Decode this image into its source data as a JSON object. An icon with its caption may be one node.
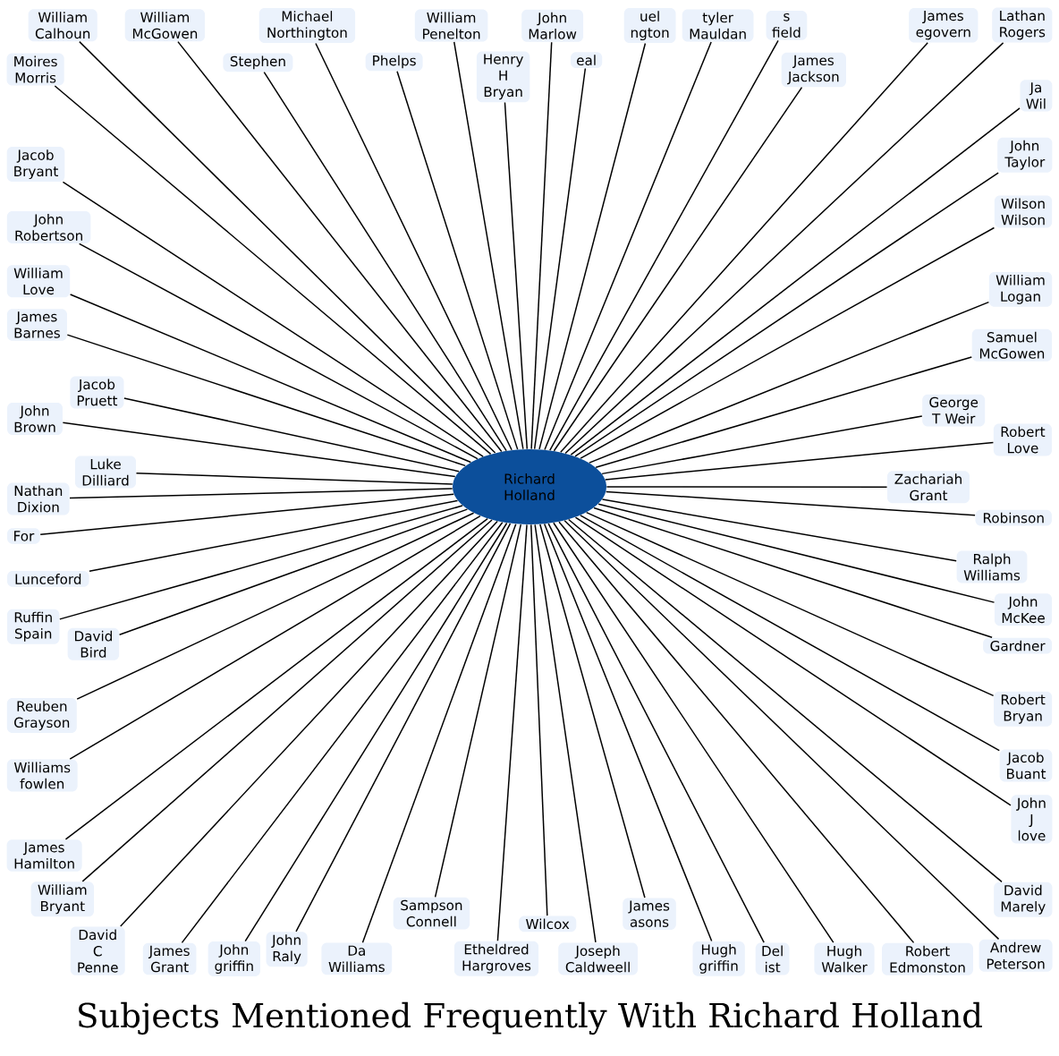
{
  "diagram": {
    "title": "Subjects Mentioned Frequently With Richard Holland",
    "nodes": [
      {
        "text": [
          "Richard Holland"
        ]
      },
      {
        "text": [
          "Stephen"
        ]
      },
      {
        "text": [
          "Phelps"
        ]
      },
      {
        "text": [
          "William Penelton"
        ]
      },
      {
        "text": [
          "eal"
        ]
      },
      {
        "text": [
          "uel ngton"
        ]
      },
      {
        "text": [
          "s field"
        ]
      },
      {
        "text": [
          "William Calhoun"
        ]
      },
      {
        "text": [
          "Michael Northington"
        ]
      },
      {
        "text": [
          "Henry H Bryan"
        ]
      },
      {
        "text": [
          "tyler Mauldan"
        ]
      },
      {
        "text": [
          "James egovern"
        ]
      },
      {
        "text": [
          "Moires Morris"
        ]
      },
      {
        "text": [
          "Jacob Bryant"
        ]
      },
      {
        "text": [
          "William McGowen"
        ]
      },
      {
        "text": [
          "John Marlow"
        ]
      },
      {
        "text": [
          "James Jackson"
        ]
      },
      {
        "text": [
          "Ja Wil"
        ]
      },
      {
        "text": [
          "Wilson Wilson"
        ]
      },
      {
        "text": [
          "William Love"
        ]
      },
      {
        "text": [
          "John Robertson"
        ]
      },
      {
        "text": [
          "John Taylor"
        ]
      },
      {
        "text": [
          "Samuel McGowen"
        ]
      },
      {
        "text": [
          "William Logan"
        ]
      },
      {
        "text": [
          "Jacob Pruett"
        ]
      },
      {
        "text": [
          "James Barnes"
        ]
      },
      {
        "text": [
          "Lathan Rogers"
        ]
      },
      {
        "text": [
          "George T Weir"
        ]
      },
      {
        "text": [
          "Robert Love"
        ]
      },
      {
        "text": [
          "Luke Dilliard"
        ]
      },
      {
        "text": [
          "Nathan Dixion"
        ]
      },
      {
        "text": [
          "John Brown"
        ]
      },
      {
        "text": [
          "For"
        ]
      },
      {
        "text": [
          "Zachariah Grant"
        ]
      },
      {
        "text": [
          "Robinson"
        ]
      },
      {
        "text": [
          "John McKee"
        ]
      },
      {
        "text": [
          "Lunceford"
        ]
      },
      {
        "text": [
          "David Bird"
        ]
      },
      {
        "text": [
          "Ralph Williams"
        ]
      },
      {
        "text": [
          "Ruffin Spain"
        ]
      },
      {
        "text": [
          "Gardner"
        ]
      },
      {
        "text": [
          "Reuben Grayson"
        ]
      },
      {
        "text": [
          "Andrew Peterson"
        ]
      },
      {
        "text": [
          "Jacob Buant"
        ]
      },
      {
        "text": [
          "James Hamilton"
        ]
      },
      {
        "text": [
          "James Grant"
        ]
      },
      {
        "text": [
          "Joseph Caldweell"
        ]
      },
      {
        "text": [
          "Robert Bryan"
        ]
      },
      {
        "text": [
          "Williams fowlen"
        ]
      },
      {
        "text": [
          "William Bryant"
        ]
      },
      {
        "text": [
          "John J love"
        ]
      },
      {
        "text": [
          "Robert Edmonston"
        ]
      },
      {
        "text": [
          "David Marely"
        ]
      },
      {
        "text": [
          "John griffin"
        ]
      },
      {
        "text": [
          "David C Penne"
        ]
      },
      {
        "text": [
          "Hugh griffin"
        ]
      },
      {
        "text": [
          "Etheldred Hargroves"
        ]
      },
      {
        "text": [
          "John Raly"
        ]
      },
      {
        "text": [
          "Da Williams"
        ]
      },
      {
        "text": [
          "Hugh Walker"
        ]
      },
      {
        "text": [
          "Sampson Connell"
        ]
      },
      {
        "text": [
          "Wilcox"
        ]
      },
      {
        "text": [
          "James asons"
        ]
      },
      {
        "text": [
          "Del ist"
        ]
      }
    ],
    "edges": [
      {
        "from": 0,
        "to": 1,
        "arrow": "none"
      },
      {
        "from": 0,
        "to": 2,
        "arrow": "none"
      },
      {
        "from": 0,
        "to": 3,
        "arrow": "none"
      },
      {
        "from": 0,
        "to": 4,
        "arrow": "none"
      },
      {
        "from": 0,
        "to": 5,
        "arrow": "none"
      },
      {
        "from": 0,
        "to": 6,
        "arrow": "none"
      },
      {
        "from": 0,
        "to": 7,
        "arrow": "none"
      },
      {
        "from": 0,
        "to": 8,
        "arrow": "none"
      },
      {
        "from": 0,
        "to": 9,
        "arrow": "none"
      },
      {
        "from": 0,
        "to": 10,
        "arrow": "none"
      },
      {
        "from": 0,
        "to": 11,
        "arrow": "none"
      },
      {
        "from": 0,
        "to": 12,
        "arrow": "none"
      },
      {
        "from": 0,
        "to": 13,
        "arrow": "none"
      },
      {
        "from": 0,
        "to": 14,
        "arrow": "none"
      },
      {
        "from": 0,
        "to": 15,
        "arrow": "none"
      },
      {
        "from": 0,
        "to": 16,
        "arrow": "none"
      },
      {
        "from": 0,
        "to": 17,
        "arrow": "none"
      },
      {
        "from": 0,
        "to": 18,
        "arrow": "none"
      },
      {
        "from": 0,
        "to": 19,
        "arrow": "none"
      },
      {
        "from": 0,
        "to": 20,
        "arrow": "none"
      },
      {
        "from": 0,
        "to": 21,
        "arrow": "none"
      },
      {
        "from": 0,
        "to": 22,
        "arrow": "none"
      },
      {
        "from": 0,
        "to": 23,
        "arrow": "none"
      },
      {
        "from": 0,
        "to": 24,
        "arrow": "none"
      },
      {
        "from": 0,
        "to": 25,
        "arrow": "none"
      },
      {
        "from": 0,
        "to": 26,
        "arrow": "none"
      },
      {
        "from": 0,
        "to": 27,
        "arrow": "none"
      },
      {
        "from": 0,
        "to": 28,
        "arrow": "none"
      },
      {
        "from": 0,
        "to": 29,
        "arrow": "none"
      },
      {
        "from": 0,
        "to": 30,
        "arrow": "none"
      },
      {
        "from": 0,
        "to": 31,
        "arrow": "none"
      },
      {
        "from": 0,
        "to": 32,
        "arrow": "none"
      },
      {
        "from": 0,
        "to": 33,
        "arrow": "none"
      },
      {
        "from": 0,
        "to": 34,
        "arrow": "none"
      },
      {
        "from": 0,
        "to": 35,
        "arrow": "none"
      },
      {
        "from": 0,
        "to": 36,
        "arrow": "none"
      },
      {
        "from": 0,
        "to": 37,
        "arrow": "none"
      },
      {
        "from": 0,
        "to": 38,
        "arrow": "none"
      },
      {
        "from": 0,
        "to": 39,
        "arrow": "none"
      },
      {
        "from": 0,
        "to": 40,
        "arrow": "none"
      },
      {
        "from": 0,
        "to": 41,
        "arrow": "none"
      },
      {
        "from": 0,
        "to": 42,
        "arrow": "none"
      },
      {
        "from": 0,
        "to": 43,
        "arrow": "none"
      },
      {
        "from": 0,
        "to": 44,
        "arrow": "none"
      },
      {
        "from": 0,
        "to": 45,
        "arrow": "none"
      },
      {
        "from": 0,
        "to": 46,
        "arrow": "none"
      },
      {
        "from": 0,
        "to": 47,
        "arrow": "none"
      },
      {
        "from": 0,
        "to": 48,
        "arrow": "none"
      },
      {
        "from": 0,
        "to": 49,
        "arrow": "none"
      },
      {
        "from": 0,
        "to": 50,
        "arrow": "none"
      },
      {
        "from": 0,
        "to": 51,
        "arrow": "none"
      },
      {
        "from": 0,
        "to": 52,
        "arrow": "none"
      },
      {
        "from": 0,
        "to": 53,
        "arrow": "none"
      },
      {
        "from": 0,
        "to": 54,
        "arrow": "none"
      },
      {
        "from": 0,
        "to": 55,
        "arrow": "none"
      },
      {
        "from": 0,
        "to": 56,
        "arrow": "none"
      },
      {
        "from": 0,
        "to": 57,
        "arrow": "none"
      },
      {
        "from": 0,
        "to": 58,
        "arrow": "none"
      },
      {
        "from": 0,
        "to": 59,
        "arrow": "none"
      },
      {
        "from": 0,
        "to": 60,
        "arrow": "none"
      },
      {
        "from": 0,
        "to": 61,
        "arrow": "none"
      },
      {
        "from": 0,
        "to": 62,
        "arrow": "none"
      },
      {
        "from": 0,
        "to": 63,
        "arrow": "none"
      }
    ]
  }
}
